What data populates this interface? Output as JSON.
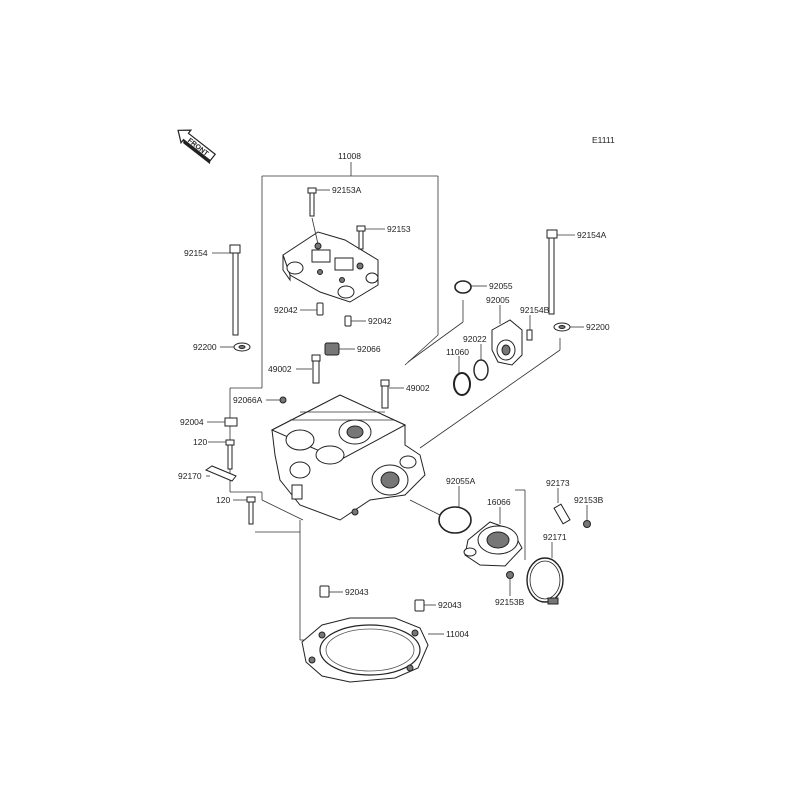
{
  "diagram_code": "E1111",
  "front_label": "FRONT",
  "labels": {
    "p11008": "11008",
    "p92153A": "92153A",
    "p92153": "92153",
    "p92154": "92154",
    "p92154A": "92154A",
    "p92055": "92055",
    "p92005": "92005",
    "p92154B": "92154B",
    "p92200_left": "92200",
    "p92200_right": "92200",
    "p92042_left": "92042",
    "p92042_right": "92042",
    "p92066": "92066",
    "p49002_left": "49002",
    "p49002_right": "49002",
    "p11060": "11060",
    "p92022": "92022",
    "p92066A": "92066A",
    "p92004": "92004",
    "p120_top": "120",
    "p92170": "92170",
    "p120_bottom": "120",
    "p92055A": "92055A",
    "p16066": "16066",
    "p92173": "92173",
    "p92153B_right": "92153B",
    "p92171": "92171",
    "p92153B_bottom": "92153B",
    "p92043_left": "92043",
    "p92043_right": "92043",
    "p11004": "11004"
  }
}
